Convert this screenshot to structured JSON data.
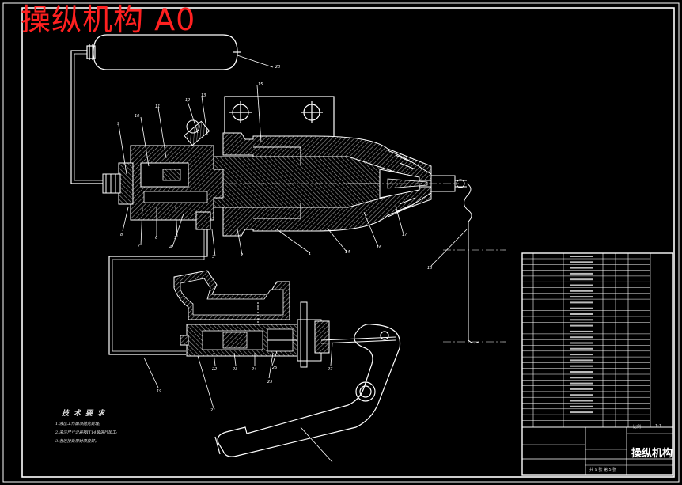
{
  "title_banner": "操纵机构 A0",
  "drawing_name": "操纵机构",
  "tech_requirements": {
    "heading": "技术要求",
    "lines": [
      "1.液压工作面须抛光处理;",
      "2.未注尺寸公差按IT14级进行加工;",
      "3.各连接处密封须良好。"
    ]
  },
  "callouts": [
    "20",
    "15",
    "13",
    "12",
    "11",
    "10",
    "9",
    "8",
    "7",
    "6",
    "5",
    "4",
    "3",
    "2",
    "1",
    "14",
    "16",
    "17",
    "18",
    "19",
    "21",
    "22",
    "23",
    "24",
    "25",
    "26",
    "27"
  ],
  "title_block": {
    "sheet_info": "共 9 张  第 5 张",
    "scale_label": "比例",
    "scale_value": "1:1"
  },
  "colors": {
    "background": "#000000",
    "linework": "#ffffff",
    "banner": "#ff2020",
    "hatch": "#8a8a8a"
  }
}
